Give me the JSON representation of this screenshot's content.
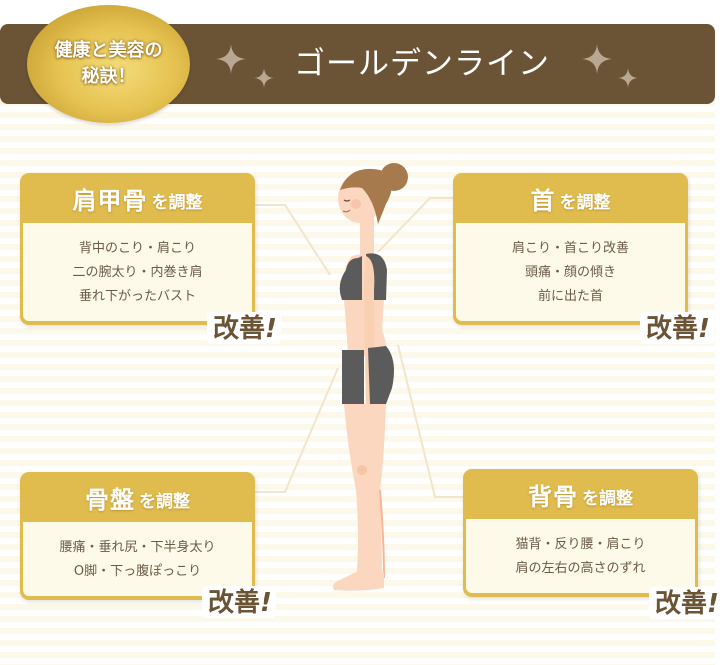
{
  "header": {
    "badge_line1": "健康と美容の",
    "badge_line2": "秘訣！",
    "title": "ゴールデンライン"
  },
  "colors": {
    "title_bar": "#6b5336",
    "gold": "#e0bc4e",
    "card_body": "#fefaea",
    "text_brown": "#6b5a48"
  },
  "cards": [
    {
      "region": "shoulder-blade",
      "title_main": "肩甲骨",
      "title_suffix": "を調整",
      "lines": [
        "背中のこり・肩こり",
        "二の腕太り・内巻き肩",
        "垂れ下がったバスト"
      ],
      "badge": "改善",
      "badge_mark": "!"
    },
    {
      "region": "neck",
      "title_main": "首",
      "title_suffix": "を調整",
      "lines": [
        "肩こり・首こり改善",
        "頭痛・顔の傾き",
        "前に出た首"
      ],
      "badge": "改善",
      "badge_mark": "!"
    },
    {
      "region": "pelvis",
      "title_main": "骨盤",
      "title_suffix": "を調整",
      "lines": [
        "腰痛・垂れ尻・下半身太り",
        "O脚・下っ腹ぽっこり"
      ],
      "badge": "改善",
      "badge_mark": "!"
    },
    {
      "region": "spine",
      "title_main": "背骨",
      "title_suffix": "を調整",
      "lines": [
        "猫背・反り腰・肩こり",
        "肩の左右の高さのずれ"
      ],
      "badge": "改善",
      "badge_mark": "!"
    }
  ],
  "illustration": {
    "subject": "woman-standing-side-profile-icon"
  }
}
